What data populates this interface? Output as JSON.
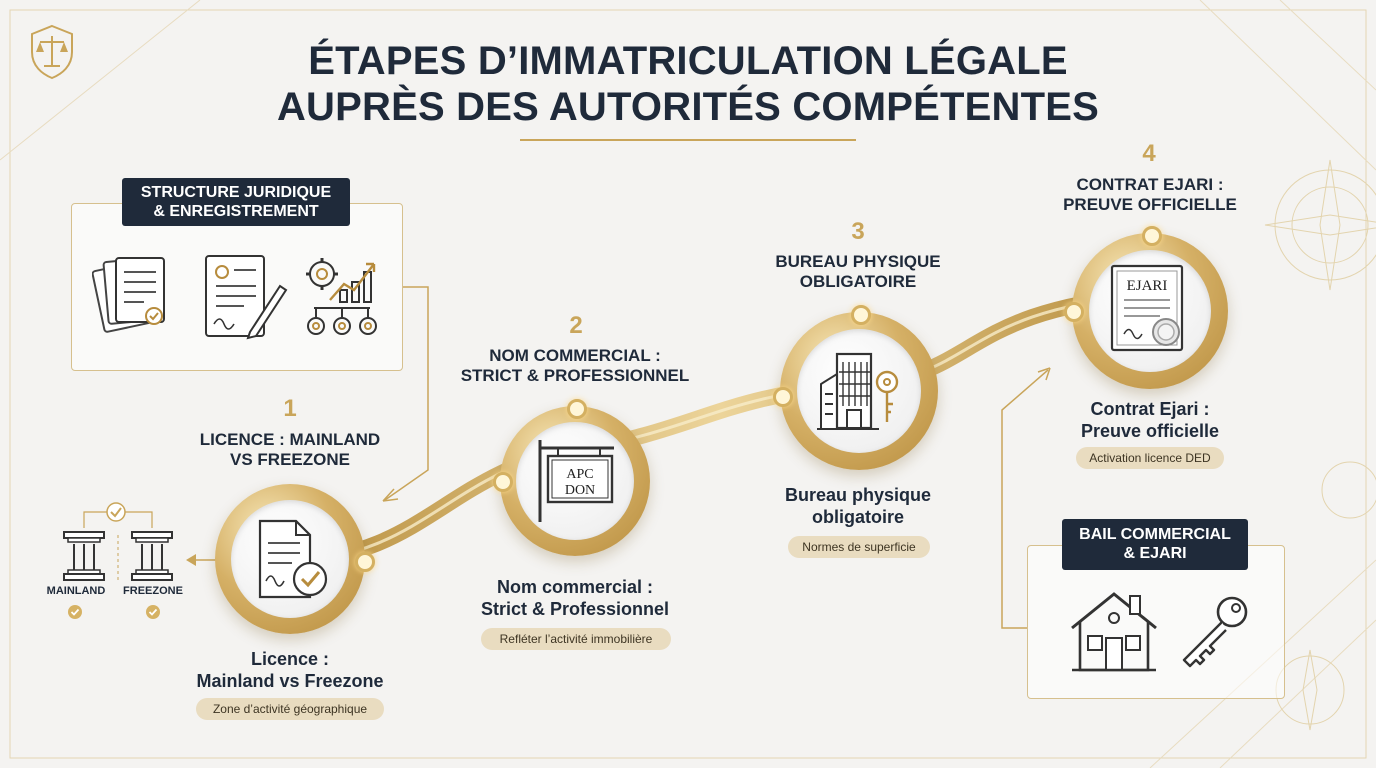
{
  "title": {
    "line1": "ÉTAPES D’IMMATRICULATION LÉGALE",
    "line2": "AUPRÈS DES AUTORITÉS COMPÉTENTES"
  },
  "colors": {
    "gold": "#c9a55a",
    "navy": "#1f2a3a",
    "pill": "#e9dcc0",
    "background": "#f4f3f1"
  },
  "structure_box": {
    "label_line1": "STRUCTURE JURIDIQUE",
    "label_line2": "& ENREGISTREMENT",
    "icons": [
      "documents-stack-icon",
      "signed-contract-icon",
      "gears-growth-chart-icon"
    ]
  },
  "mainland_freezone": {
    "mainland": "MAINLAND",
    "freezone": "FREEZONE",
    "icons": [
      "pillar-icon",
      "pillar-icon",
      "check-icon"
    ]
  },
  "steps": [
    {
      "number": "1",
      "heading_line1": "LICENCE : MAINLAND",
      "heading_line2": "VS FREEZONE",
      "sub_line1": "Licence :",
      "sub_line2": "Mainland vs Freezone",
      "pill": "Zone d’activité géographique",
      "icon": "document-check-icon"
    },
    {
      "number": "2",
      "heading_line1": "NOM COMMERCIAL :",
      "heading_line2": "STRICT & PROFESSIONNEL",
      "sub_line1": "Nom commercial :",
      "sub_line2": "Strict & Professionnel",
      "pill": "Refléter l’activité immobilière",
      "icon": "shop-sign-icon",
      "sign_line1": "APC",
      "sign_line2": "DON"
    },
    {
      "number": "3",
      "heading_line1": "BUREAU PHYSIQUE",
      "heading_line2": "OBLIGATOIRE",
      "sub_line1": "Bureau physique",
      "sub_line2": "obligatoire",
      "pill": "Normes de superficie",
      "icon": "office-building-key-icon"
    },
    {
      "number": "4",
      "heading_line1": "CONTRAT EJARI :",
      "heading_line2": "PREUVE OFFICIELLE",
      "sub_line1": "Contrat Ejari :",
      "sub_line2": "Preuve officielle",
      "pill": "Activation licence DED",
      "icon": "ejari-certificate-icon",
      "cert_text": "EJARI"
    }
  ],
  "bail_box": {
    "label_line1": "BAIL COMMERCIAL",
    "label_line2": "& EJARI",
    "icons": [
      "house-icon",
      "key-icon"
    ]
  }
}
